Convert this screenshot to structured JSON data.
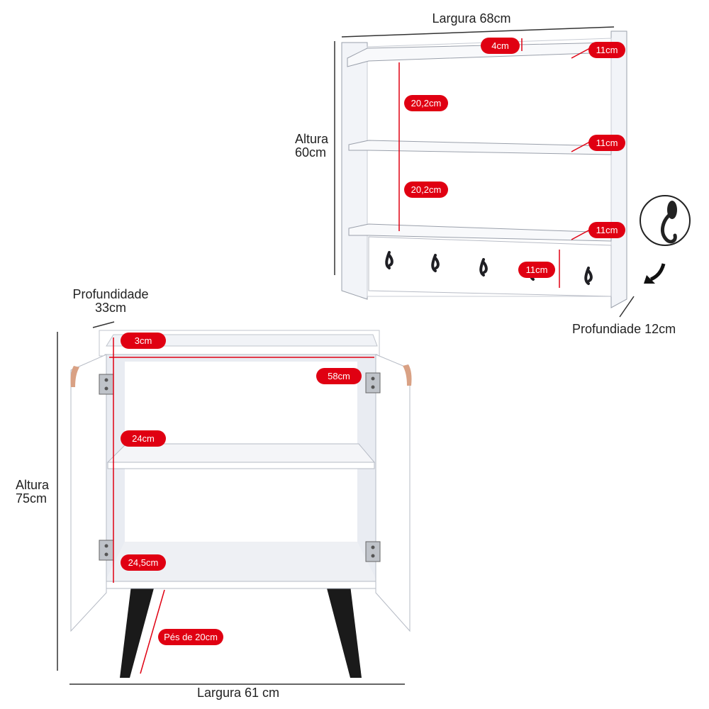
{
  "shelf": {
    "width_label": "Largura 68cm",
    "height_label": [
      "Altura",
      "60cm"
    ],
    "depth_label": "Profundiade 12cm",
    "tags": {
      "top_lip": "4cm",
      "gap_1": "20,2cm",
      "gap_2": "20,2cm",
      "shelf_depth_1": "11cm",
      "shelf_depth_2": "11cm",
      "shelf_depth_3": "11cm",
      "hook_panel": "11cm"
    }
  },
  "cabinet": {
    "depth_label": [
      "Profundidade",
      "33cm"
    ],
    "height_label": [
      "Altura",
      "75cm"
    ],
    "width_label": "Largura 61 cm",
    "tags": {
      "top_rim": "3cm",
      "inner_width": "58cm",
      "upper_space": "24cm",
      "lower_space": "24,5cm",
      "legs": "Pés de 20cm"
    }
  },
  "colors": {
    "tag": "#e00012",
    "furniture": "#ffffff",
    "legs": "#1a1a1a",
    "hardware": "#333333",
    "wood_handle": "#d9a184"
  }
}
